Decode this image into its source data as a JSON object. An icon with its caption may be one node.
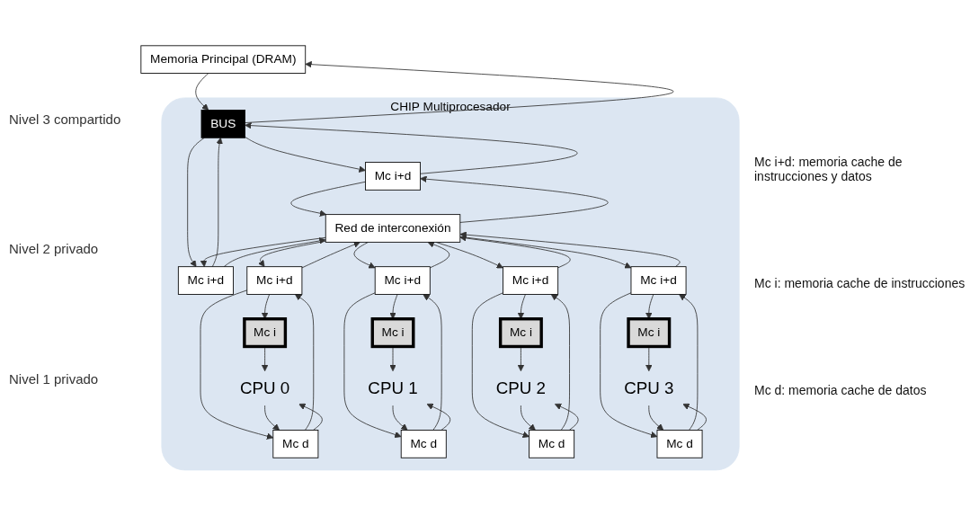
{
  "diagram": {
    "nodes": [
      {
        "text": [
          "Memoria Principal (DRAM)"
        ]
      },
      {
        "text": [
          "CHIP Multiprocesador"
        ]
      },
      {
        "text": [
          "BUS"
        ],
        "in": 1
      },
      {
        "text": [
          "Mc i+d"
        ],
        "in": 1
      },
      {
        "text": [
          "Mc i+d"
        ],
        "in": 1
      },
      {
        "text": [
          "Red de interconexión"
        ],
        "in": 1
      },
      {
        "text": [
          "Mc i+d"
        ],
        "in": 1
      },
      {
        "text": [
          "Mc i+d"
        ],
        "in": 1
      },
      {
        "text": [
          "Mc i+d"
        ],
        "in": 1
      },
      {
        "text": [
          "Mc i+d"
        ],
        "in": 1
      },
      {
        "text": [
          "Mc i"
        ],
        "in": 1
      },
      {
        "text": [
          "Mc d"
        ],
        "in": 1
      },
      {
        "text": [
          "Mc i"
        ],
        "in": 1
      },
      {
        "text": [
          "Mc d"
        ],
        "in": 1
      },
      {
        "text": [
          "Mc i"
        ],
        "in": 1
      },
      {
        "text": [
          "Mc d"
        ],
        "in": 1
      },
      {
        "text": [
          "Mc i"
        ],
        "in": 1
      },
      {
        "text": [
          "Mc d"
        ],
        "in": 1
      },
      {
        "text": [
          "CPU 0"
        ],
        "in": 1
      },
      {
        "text": [
          "CPU 1"
        ],
        "in": 1
      },
      {
        "text": [
          "CPU 2"
        ],
        "in": 1
      },
      {
        "text": [
          "CPU 3"
        ],
        "in": 1
      }
    ],
    "edges": [
      {
        "from": 0,
        "to": 2,
        "arrow": "to"
      },
      {
        "from": 2,
        "to": 0,
        "arrow": "to"
      },
      {
        "from": 2,
        "to": 3,
        "arrow": "to"
      },
      {
        "from": 3,
        "to": 2,
        "arrow": "to"
      },
      {
        "from": 2,
        "to": 4,
        "arrow": "to"
      },
      {
        "from": 4,
        "to": 2,
        "arrow": "to"
      },
      {
        "from": 3,
        "to": 5,
        "arrow": "to"
      },
      {
        "from": 5,
        "to": 3,
        "arrow": "to"
      },
      {
        "from": 4,
        "to": 5,
        "arrow": "to"
      },
      {
        "from": 5,
        "to": 4,
        "arrow": "to"
      },
      {
        "from": 5,
        "to": 6,
        "arrow": "to"
      },
      {
        "from": 6,
        "to": 5,
        "arrow": "to"
      },
      {
        "from": 6,
        "to": 10,
        "arrow": "to"
      },
      {
        "from": 6,
        "to": 11,
        "arrow": "to"
      },
      {
        "from": 11,
        "to": 6,
        "arrow": "to"
      },
      {
        "from": 10,
        "to": 18,
        "arrow": "to"
      },
      {
        "from": 11,
        "to": 18,
        "arrow": "to"
      },
      {
        "from": 18,
        "to": 11,
        "arrow": "to"
      },
      {
        "from": 5,
        "to": 7,
        "arrow": "to"
      },
      {
        "from": 7,
        "to": 5,
        "arrow": "to"
      },
      {
        "from": 7,
        "to": 12,
        "arrow": "to"
      },
      {
        "from": 7,
        "to": 13,
        "arrow": "to"
      },
      {
        "from": 13,
        "to": 7,
        "arrow": "to"
      },
      {
        "from": 12,
        "to": 19,
        "arrow": "to"
      },
      {
        "from": 13,
        "to": 19,
        "arrow": "to"
      },
      {
        "from": 19,
        "to": 13,
        "arrow": "to"
      },
      {
        "from": 5,
        "to": 8,
        "arrow": "to"
      },
      {
        "from": 8,
        "to": 5,
        "arrow": "to"
      },
      {
        "from": 8,
        "to": 14,
        "arrow": "to"
      },
      {
        "from": 8,
        "to": 15,
        "arrow": "to"
      },
      {
        "from": 15,
        "to": 8,
        "arrow": "to"
      },
      {
        "from": 14,
        "to": 20,
        "arrow": "to"
      },
      {
        "from": 15,
        "to": 20,
        "arrow": "to"
      },
      {
        "from": 20,
        "to": 15,
        "arrow": "to"
      },
      {
        "from": 5,
        "to": 9,
        "arrow": "to"
      },
      {
        "from": 9,
        "to": 5,
        "arrow": "to"
      },
      {
        "from": 9,
        "to": 16,
        "arrow": "to"
      },
      {
        "from": 9,
        "to": 17,
        "arrow": "to"
      },
      {
        "from": 17,
        "to": 9,
        "arrow": "to"
      },
      {
        "from": 16,
        "to": 21,
        "arrow": "to"
      },
      {
        "from": 17,
        "to": 21,
        "arrow": "to"
      },
      {
        "from": 21,
        "to": 17,
        "arrow": "to"
      }
    ],
    "labels": [
      "Nivel 3 compartido",
      "Mc i+d: memoria cache de instrucciones y datos",
      "Nivel 2 privado",
      "Nivel 1 privado",
      "Mc i: memoria cache de instrucciones",
      "Mc d: memoria cache de datos"
    ]
  }
}
